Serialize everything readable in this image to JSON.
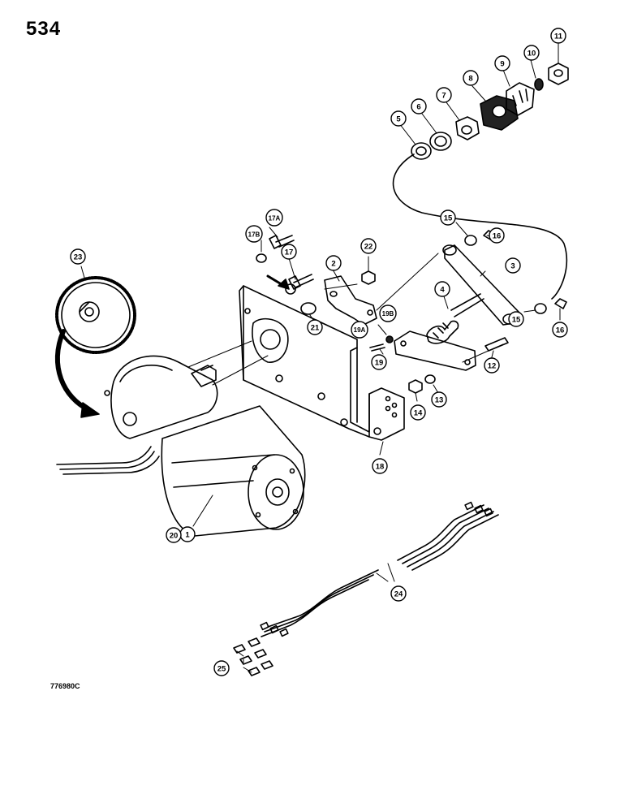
{
  "page_number": "534",
  "figure_code": "776980C",
  "callouts": {
    "c1": "1",
    "c2": "2",
    "c3": "3",
    "c4": "4",
    "c5": "5",
    "c6": "6",
    "c7": "7",
    "c8": "8",
    "c9": "9",
    "c10": "10",
    "c11": "11",
    "c12": "12",
    "c13": "13",
    "c14": "14",
    "c15a": "15",
    "c15b": "15",
    "c16a": "16",
    "c16b": "16",
    "c17": "17",
    "c17a": "17A",
    "c17b": "17B",
    "c18": "18",
    "c19": "19",
    "c19a": "19A",
    "c19b": "19B",
    "c20": "20",
    "c21": "21",
    "c22": "22",
    "c23": "23",
    "c24": "24",
    "c25": "25"
  }
}
